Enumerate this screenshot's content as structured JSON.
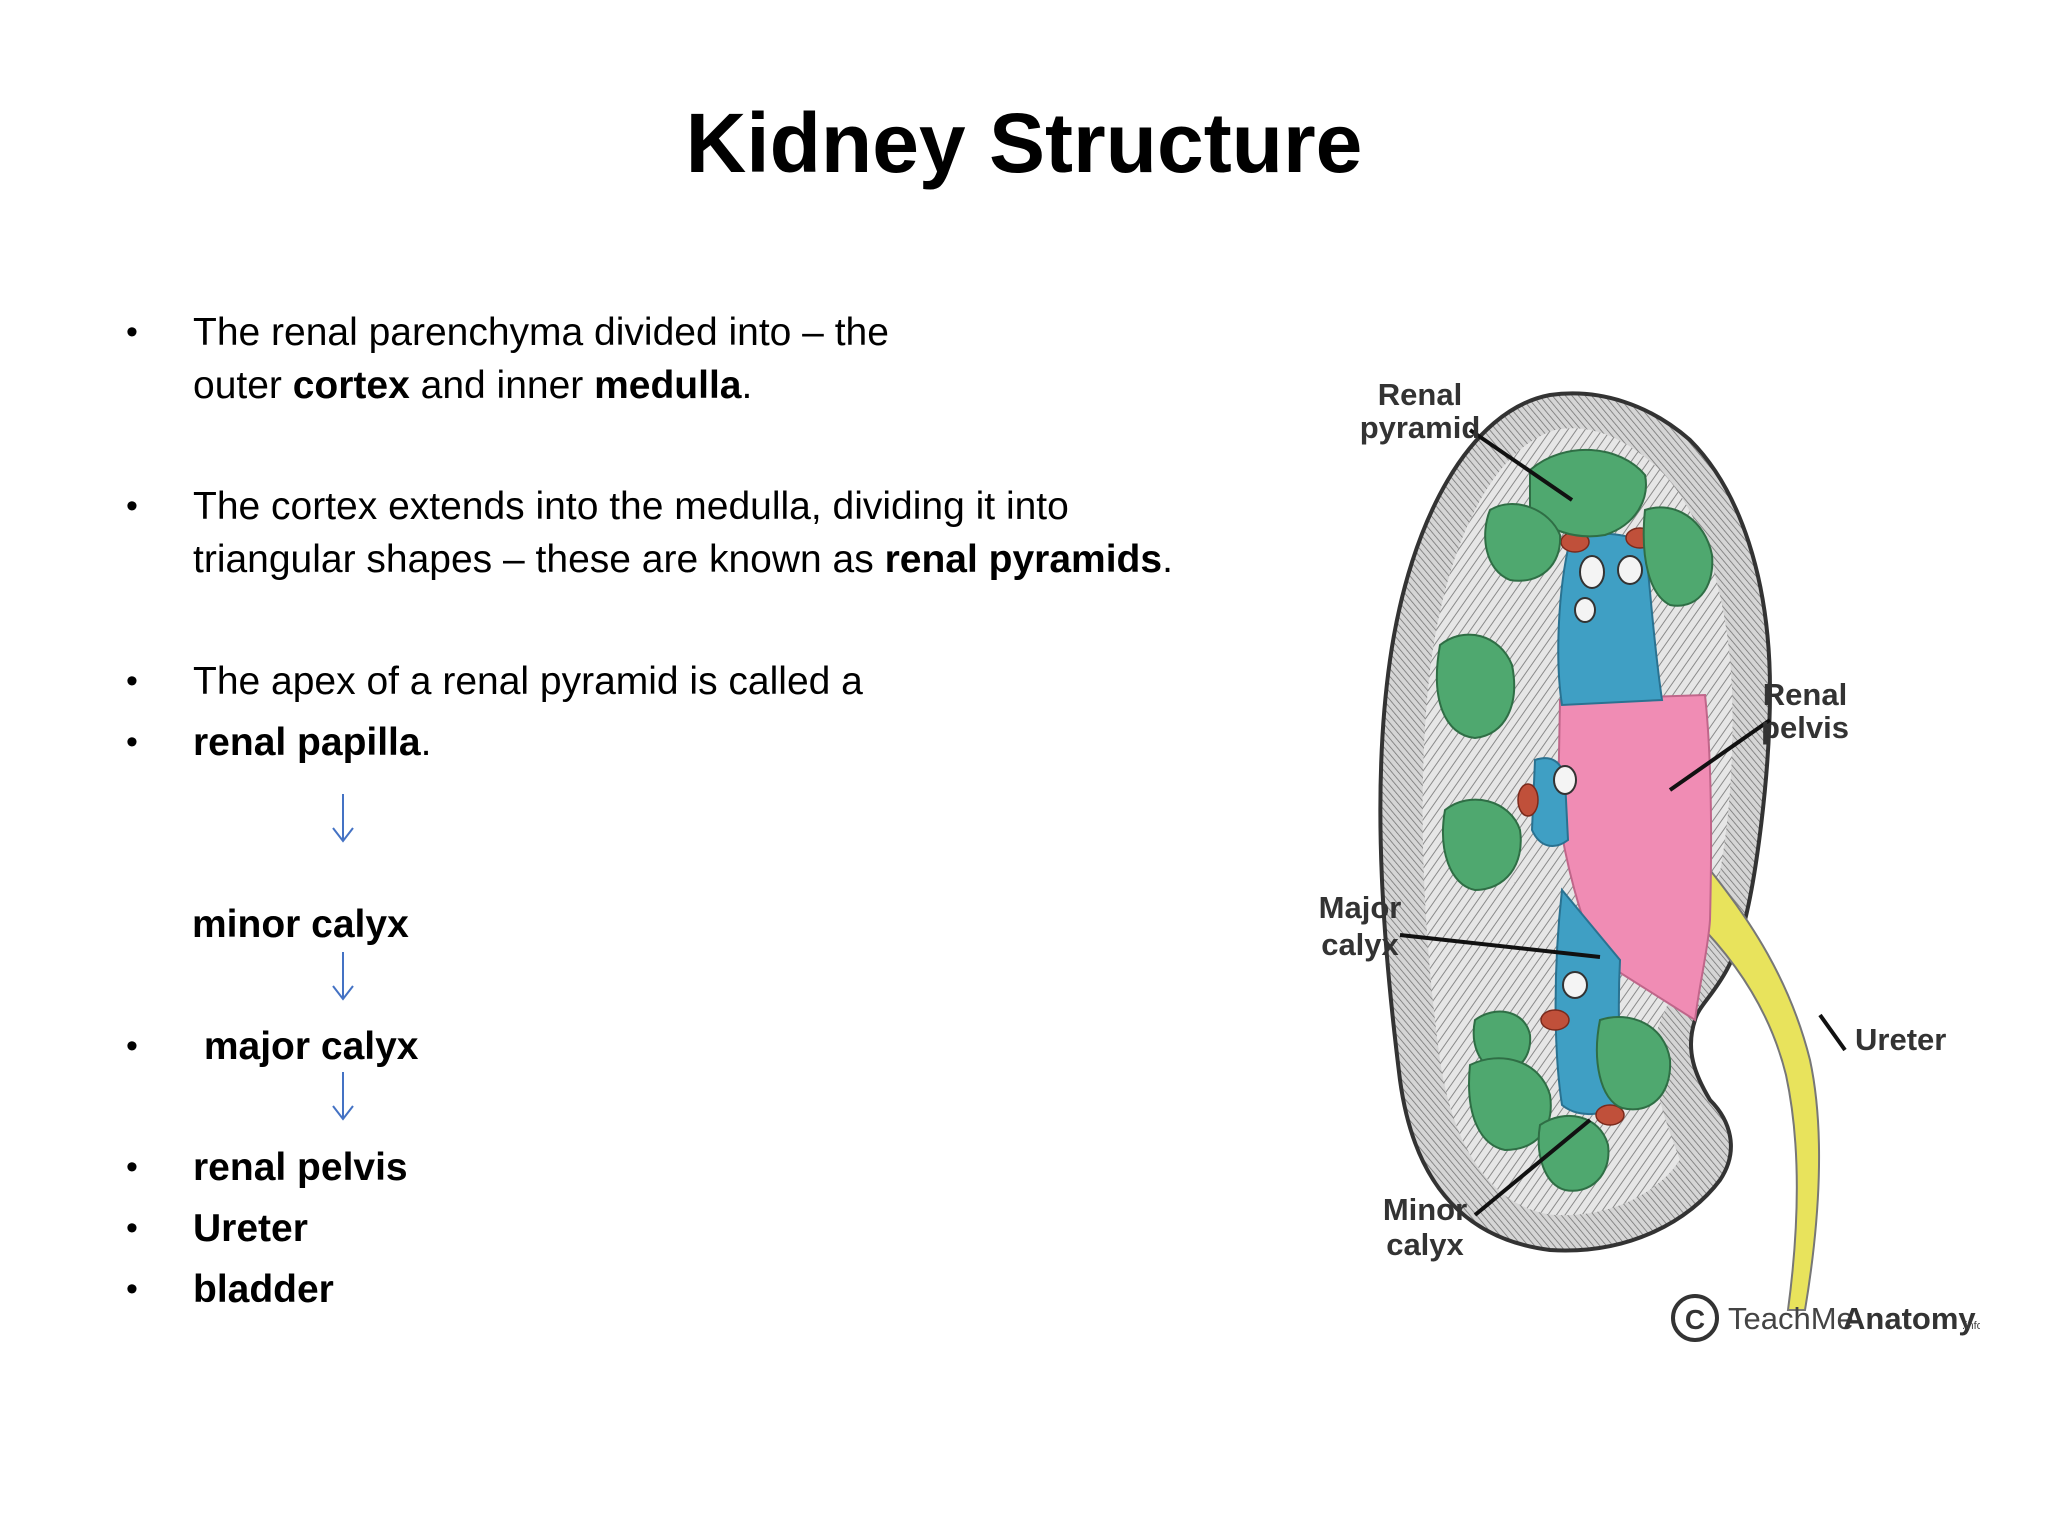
{
  "slide": {
    "title": "Kidney Structure"
  },
  "bullets": {
    "b1_line1": "The renal parenchyma divided into  – the",
    "b1_line2_pre": "outer ",
    "b1_cortex": "cortex",
    "b1_mid": " and inner ",
    "b1_medulla": "medulla",
    "b1_end": ".",
    "b2_line1": "The cortex extends into the medulla, dividing it into",
    "b2_line2_pre": "triangular shapes – these are known as ",
    "b2_bold": "renal pyramids",
    "b2_end": ".",
    "b3_text": "The apex of a renal pyramid is called a",
    "b4_bold": "renal papilla",
    "b4_end": ".",
    "minor_calyx": "minor calyx",
    "major_calyx": " major calyx",
    "renal_pelvis": "renal pelvis",
    "ureter": "Ureter",
    "bladder": "bladder",
    "bullet_glyph": "•"
  },
  "diagram": {
    "label_renal_pyramid_1": "Renal",
    "label_renal_pyramid_2": "pyramid",
    "label_renal_pelvis_1": "Renal",
    "label_renal_pelvis_2": "pelvis",
    "label_major_calyx_1": "Major",
    "label_major_calyx_2": "calyx",
    "label_ureter": "Ureter",
    "label_minor_calyx_1": "Minor",
    "label_minor_calyx_2": "calyx",
    "credit_light": "TeachMe",
    "credit_bold": "Anatomy",
    "credit_small": ".info",
    "credit_symbol": "C"
  },
  "colors": {
    "arrow": "#4472c4",
    "pyramid_green": "#4fa86f",
    "calyx_blue": "#3f9fc4",
    "pelvis_pink": "#f08cb4",
    "ureter_yellow": "#e8e35c",
    "cortex_gray": "#cfcfcf"
  }
}
